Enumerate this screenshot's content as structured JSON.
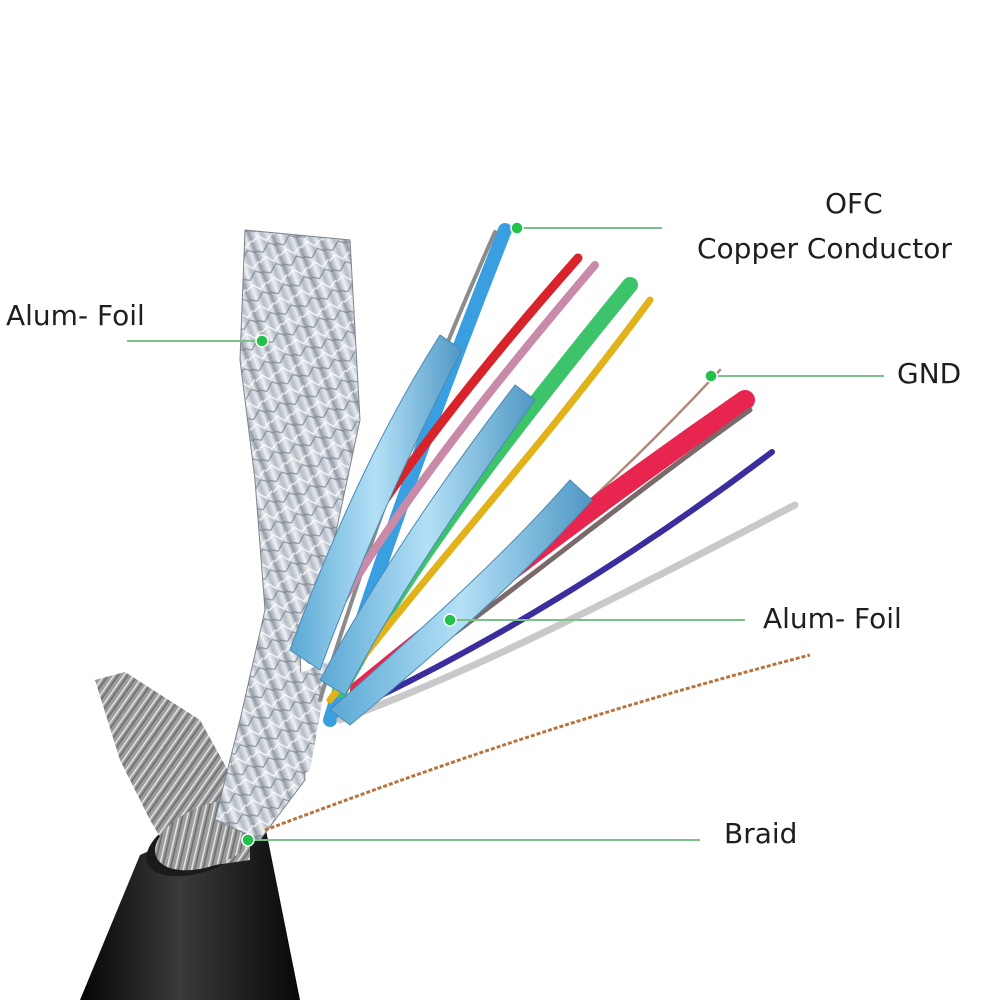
{
  "labels": {
    "ofc_line1": "OFC",
    "ofc_line2": "Copper Conductor",
    "alum_foil_top": "Alum- Foil",
    "gnd": "GND",
    "alum_foil_inner": "Alum- Foil",
    "braid": "Braid"
  },
  "colors": {
    "leader_line": "#7cc08a",
    "marker_dot": "#22c24a",
    "label_text": "#1e1e1e",
    "jacket": "#121212",
    "foil": "#c7cdd6",
    "shield_blue": "#8fc8e8",
    "braid_copper": "#b8743f"
  },
  "wire_colors": [
    "#3a9fe0",
    "#d8232a",
    "#c88aa8",
    "#3dc46a",
    "#e2b21a",
    "#e8254e",
    "#3a2e9e",
    "#c9c9c9",
    "#e03030",
    "#7a6a6a"
  ]
}
